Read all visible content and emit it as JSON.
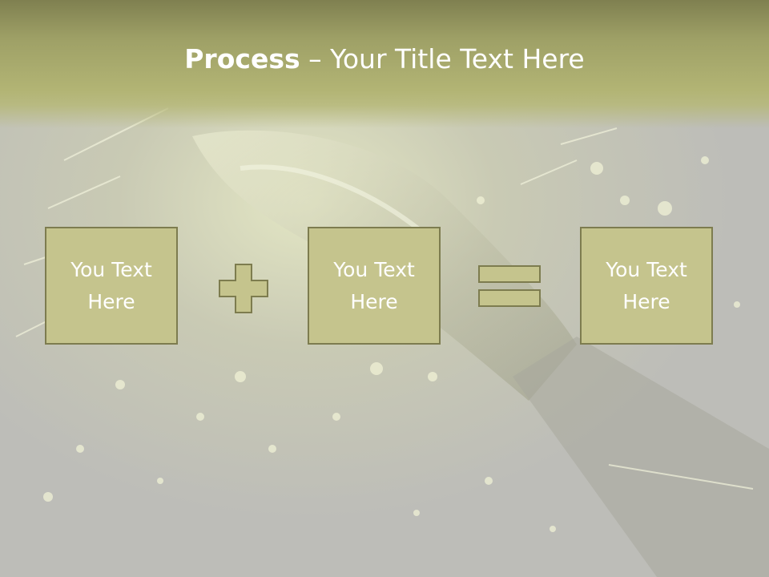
{
  "title": {
    "bold": "Process",
    "rest": " – Your Title Text Here"
  },
  "boxes": [
    {
      "text": "You Text\nHere"
    },
    {
      "text": "You Text\nHere"
    },
    {
      "text": "You Text\nHere"
    }
  ],
  "operators": [
    "plus-icon",
    "equals-icon"
  ],
  "colors": {
    "title_band": "#9ea066",
    "box_fill": "#c5c48d",
    "box_border": "#7d7c4f",
    "text": "#ffffff"
  }
}
